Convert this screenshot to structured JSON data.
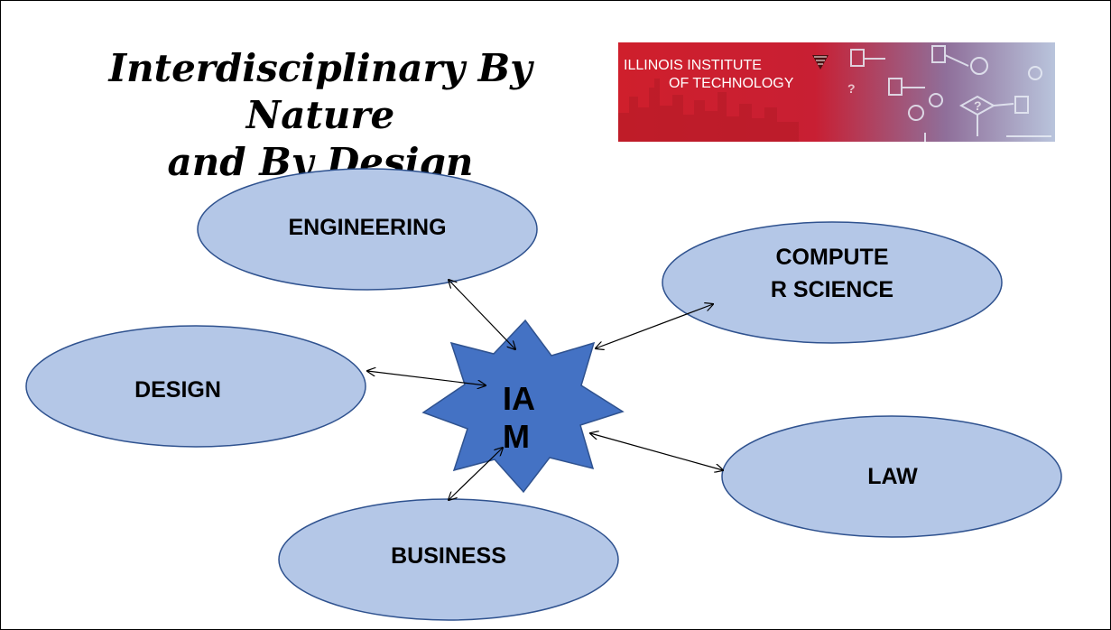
{
  "title": {
    "line1": "Interdisciplinary By Nature",
    "line2": "and By Design"
  },
  "logo": {
    "line1": "ILLINOIS INSTITUTE",
    "line2": "OF TECHNOLOGY",
    "brand_color": "#d6202e"
  },
  "hub": {
    "line1": "IA",
    "line2": "M",
    "fill": "#4472c4"
  },
  "nodes": {
    "engineering": "ENGINEERING",
    "computer_science_line1": "COMPUTE",
    "computer_science_line2": "R SCIENCE",
    "design": "DESIGN",
    "law": "LAW",
    "business": "BUSINESS"
  },
  "colors": {
    "node_fill": "#b4c7e7",
    "node_stroke": "#2f528f"
  }
}
